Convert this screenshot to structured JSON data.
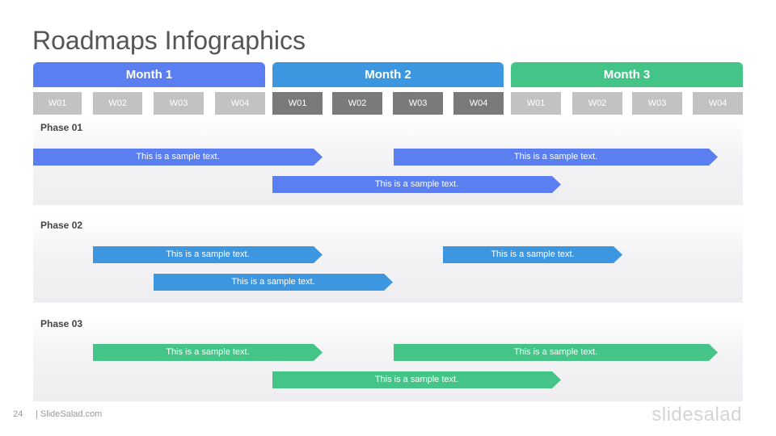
{
  "title": "Roadmaps Infographics",
  "months": [
    {
      "label": "Month 1",
      "color": "#5b7ff0"
    },
    {
      "label": "Month 2",
      "color": "#3d96e0"
    },
    {
      "label": "Month 3",
      "color": "#45c488"
    }
  ],
  "weeks": [
    "W01",
    "W02",
    "W03",
    "W04",
    "W01",
    "W02",
    "W03",
    "W04",
    "W01",
    "W02",
    "W03",
    "W04"
  ],
  "week_colors": {
    "month1": "#c2c2c2",
    "month2": "#7a7a7a",
    "month3": "#c2c2c2"
  },
  "phases": [
    {
      "label": "Phase 01",
      "color": "#5b7ff0",
      "bars": [
        "This is a sample text.",
        "This is a sample text.",
        "This is a sample text."
      ]
    },
    {
      "label": "Phase 02",
      "color": "#3d96e0",
      "bars": [
        "This is a sample text.",
        "This is a sample text.",
        "This is a sample text."
      ]
    },
    {
      "label": "Phase 03",
      "color": "#45c488",
      "bars": [
        "This is a sample text.",
        "This is a sample text.",
        "This is a sample text."
      ]
    }
  ],
  "footer": {
    "page_number": "24",
    "site": "| SlideSalad.com",
    "logo": "slidesalad"
  }
}
